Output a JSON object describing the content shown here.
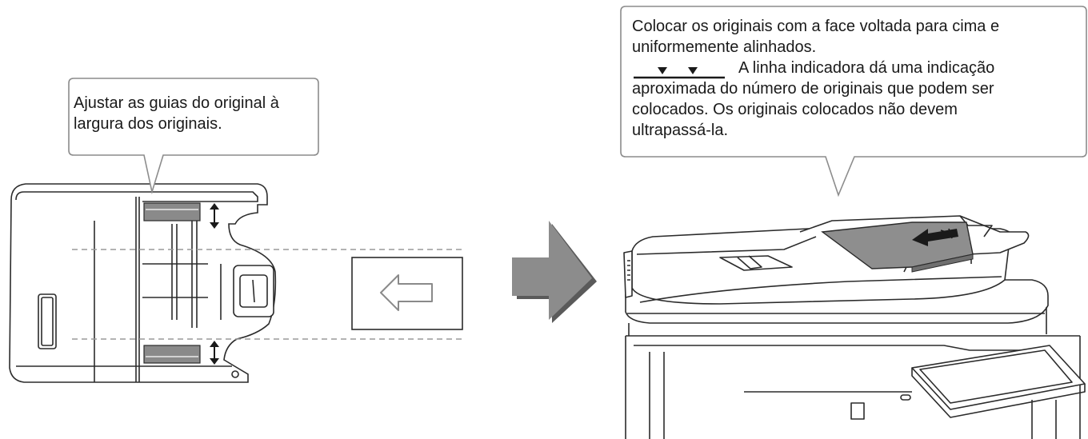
{
  "left_callout": {
    "lines": [
      "Ajustar as guias do original à",
      "largura dos originais."
    ]
  },
  "right_callout": {
    "lines": [
      "Colocar os originais com a face voltada para cima e",
      "uniformemente alinhados.",
      "A linha indicadora dá uma indicação",
      "aproximada do número de originais que podem ser",
      "colocados. Os originais colocados não devem",
      "ultrapassá-la."
    ],
    "indicator_symbol": "indicator-line-icon"
  },
  "colors": {
    "outline": "#2b2b2b",
    "callout_border": "#8c8c8c",
    "paper_fill": "#8e8e8e",
    "guide_fill": "#6f6f6f",
    "arrow_fill": "#7a7a7a",
    "dashed": "#9a9a9a"
  }
}
